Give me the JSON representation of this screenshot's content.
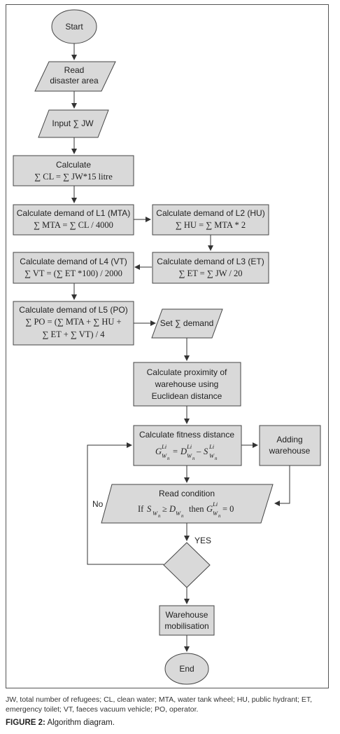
{
  "nodes": {
    "start": "Start",
    "read_area": [
      "Read",
      "disaster area"
    ],
    "input_jw": "Input ∑ JW",
    "calc_cl": [
      "Calculate",
      "∑ CL = ∑ JW*15 litre"
    ],
    "l1": [
      "Calculate demand of L1 (MTA)",
      "∑ MTA = ∑ CL / 4000"
    ],
    "l2": [
      "Calculate demand of L2 (HU)",
      "∑ HU = ∑ MTA * 2"
    ],
    "l3": [
      "Calculate demand of L3 (ET)",
      "∑ ET = ∑ JW / 20"
    ],
    "l4": [
      "Calculate demand of L4 (VT)",
      "∑ VT = (∑ ET *100) / 2000"
    ],
    "l5": [
      "Calculate demand of L5 (PO)",
      "∑ PO = (∑ MTA + ∑ HU +",
      "∑ ET + ∑ VT) / 4"
    ],
    "set_demand": "Set ∑ demand",
    "proximity": [
      "Calculate proximity of",
      "warehouse using",
      "Euclidean distance"
    ],
    "fitness": "Calculate fitness distance",
    "adding": [
      "Adding",
      "warehouse"
    ],
    "read_condition": "Read condition",
    "mobilisation": [
      "Warehouse",
      "mobilisation"
    ],
    "end": "End"
  },
  "formulas": {
    "G": "G",
    "D": "D",
    "S": "S",
    "Li": "Li",
    "Wn": "W",
    "n": "n",
    "eq": "=",
    "minus": "–",
    "if": "If",
    "geq": "≥",
    "then": "then",
    "zero": "= 0"
  },
  "edge_labels": {
    "yes": "YES",
    "no": "No"
  },
  "footnote": "JW, total number of refugees; CL, clean water; MTA, water tank wheel; HU, public hydrant; ET, emergency toilet; VT, faeces vacuum vehicle; PO, operator.",
  "caption": {
    "label": "FIGURE 2:",
    "text": "Algorithm diagram."
  }
}
